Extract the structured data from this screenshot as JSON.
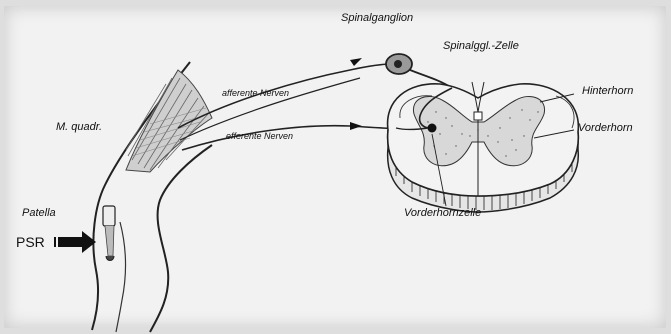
{
  "labels": {
    "spinalganglion": "Spinalganglion",
    "spinalgg_zelle": "Spinalggl.-Zelle",
    "hinterhorn": "Hinterhorn",
    "vorderhorn": "Vorderhorn",
    "afferente_nerven": "afferente Nerven",
    "efferente_nerven": "efferente Nerven",
    "m_quadr": "M. quadr.",
    "patella": "Patella",
    "psr": "PSR",
    "vorderhornzelle": "Vorderhornzelle"
  }
}
